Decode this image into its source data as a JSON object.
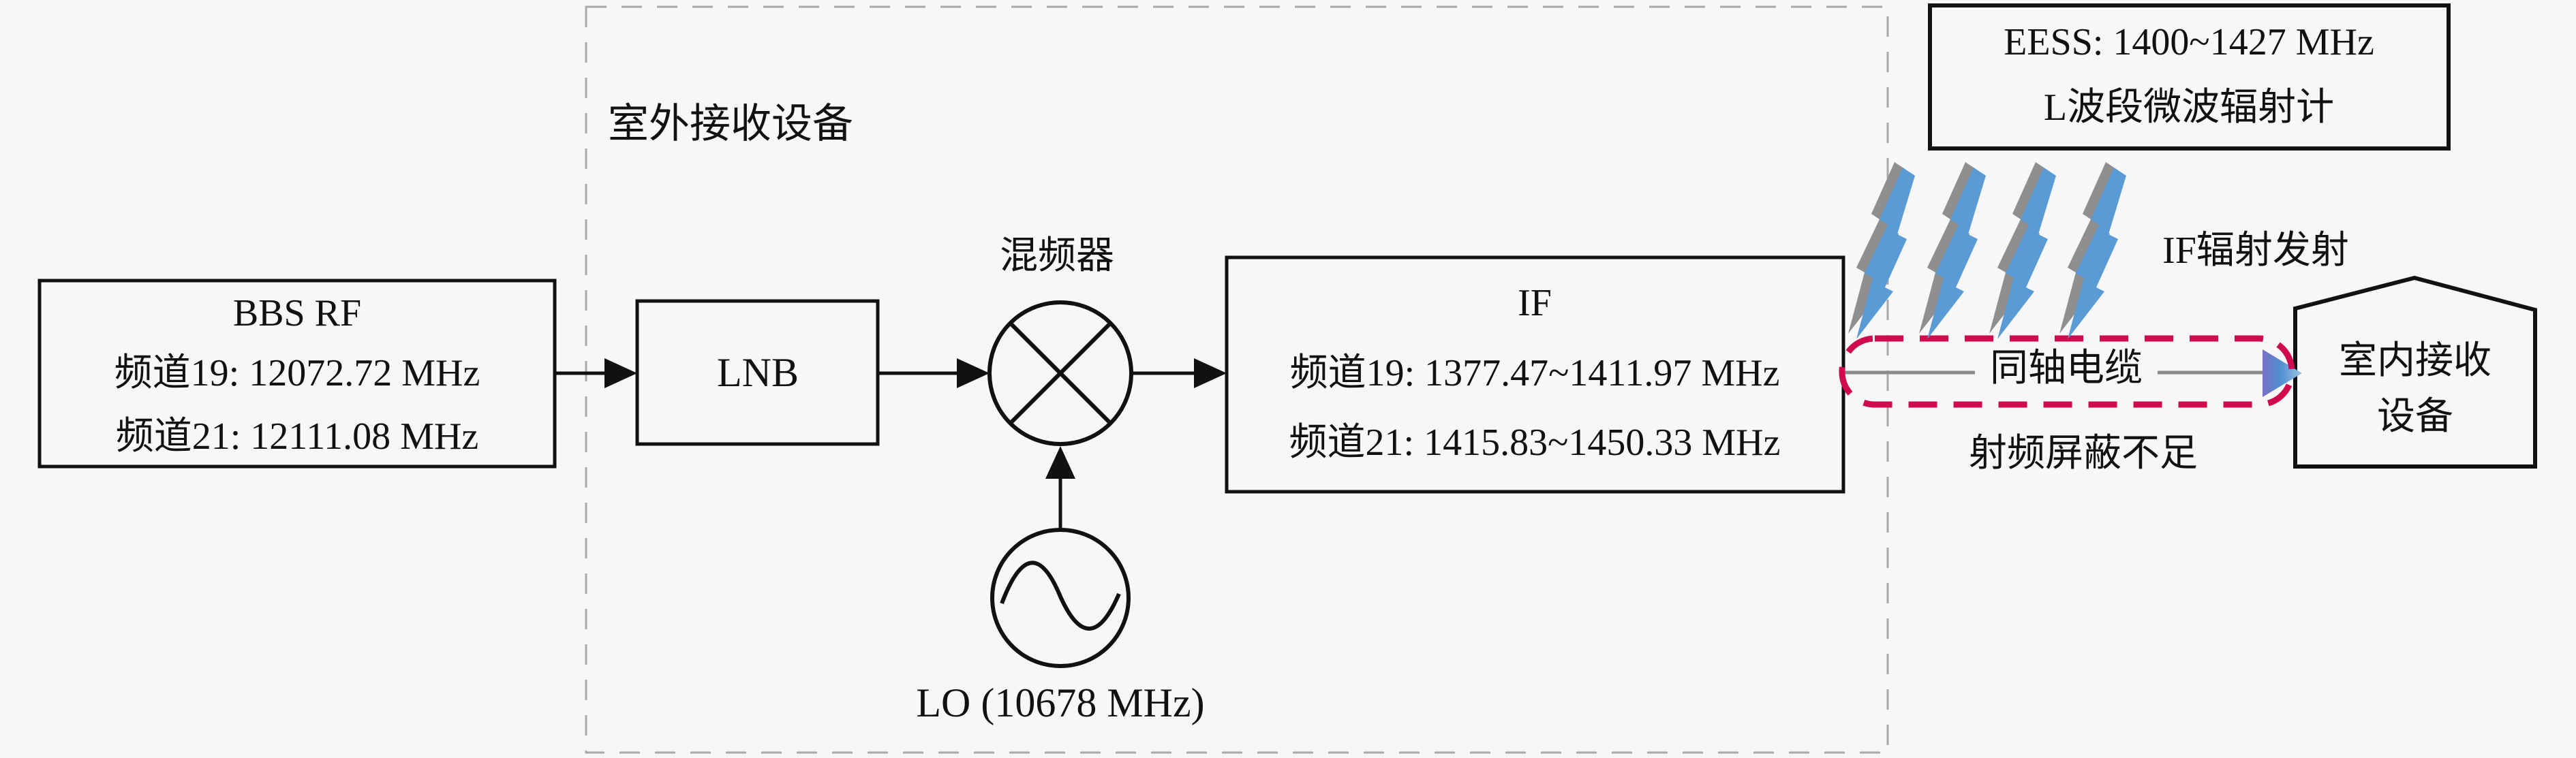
{
  "diagram": {
    "outdoor_unit": {
      "label": "室外接收设备"
    },
    "bbs_rf": {
      "title": "BBS RF",
      "channel19": "频道19: 12072.72 MHz",
      "channel21": "频道21: 12111.08 MHz"
    },
    "lnb": {
      "label": "LNB"
    },
    "mixer": {
      "label": "混频器"
    },
    "lo": {
      "label": "LO (10678 MHz)"
    },
    "if_stage": {
      "title": "IF",
      "channel19": "频道19: 1377.47~1411.97 MHz",
      "channel21": "频道21: 1415.83~1450.33 MHz"
    },
    "eess": {
      "line1": "EESS: 1400~1427 MHz",
      "line2": "L波段微波辐射计"
    },
    "if_radiation": {
      "label": "IF辐射发射"
    },
    "coax": {
      "label": "同轴电缆"
    },
    "shield": {
      "label": "射频屏蔽不足"
    },
    "indoor_unit": {
      "line1": "室内接收",
      "line2": "设备"
    },
    "colors": {
      "background": "#f7f7f7",
      "line_black": "#111111",
      "outdoor_dash_gray": "#a9a9a9",
      "dashed_red": "#cf0a4e",
      "cable_gray": "#8a8a8a",
      "bolt_blue": "#5b9bd5",
      "bolt_shadow_gray": "#8f8f8f"
    }
  }
}
